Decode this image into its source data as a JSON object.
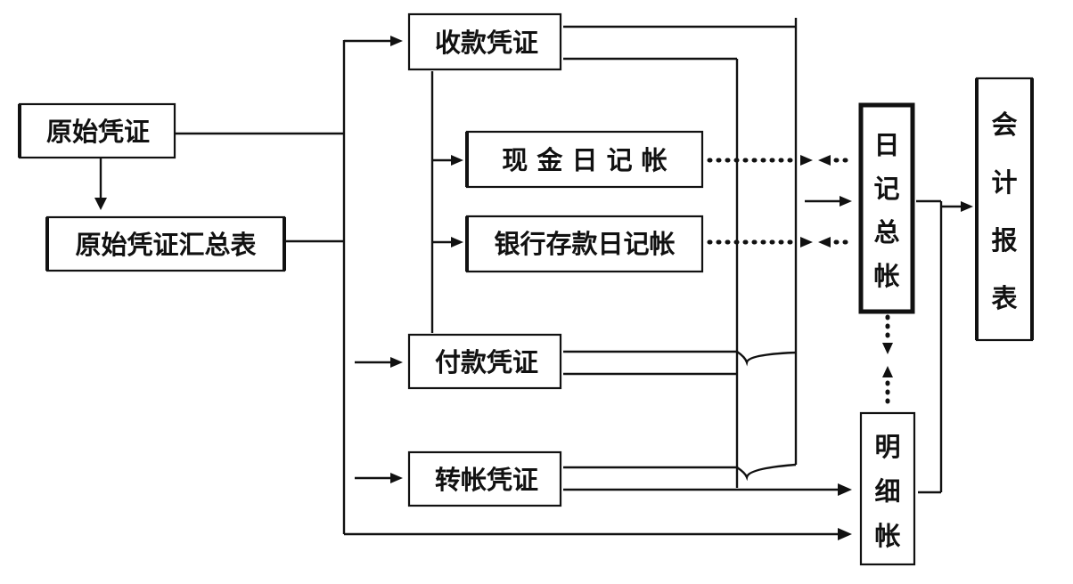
{
  "nodes": {
    "source": "原始凭证",
    "summary": "原始凭证汇总表",
    "receipt": "收款凭证",
    "cash": "现 金 日 记 帐",
    "bank": "银行存款日记帐",
    "payment": "付款凭证",
    "transfer": "转帐凭证",
    "journal": "日记总帐",
    "detail": "明细帐",
    "report": "会计报表"
  }
}
